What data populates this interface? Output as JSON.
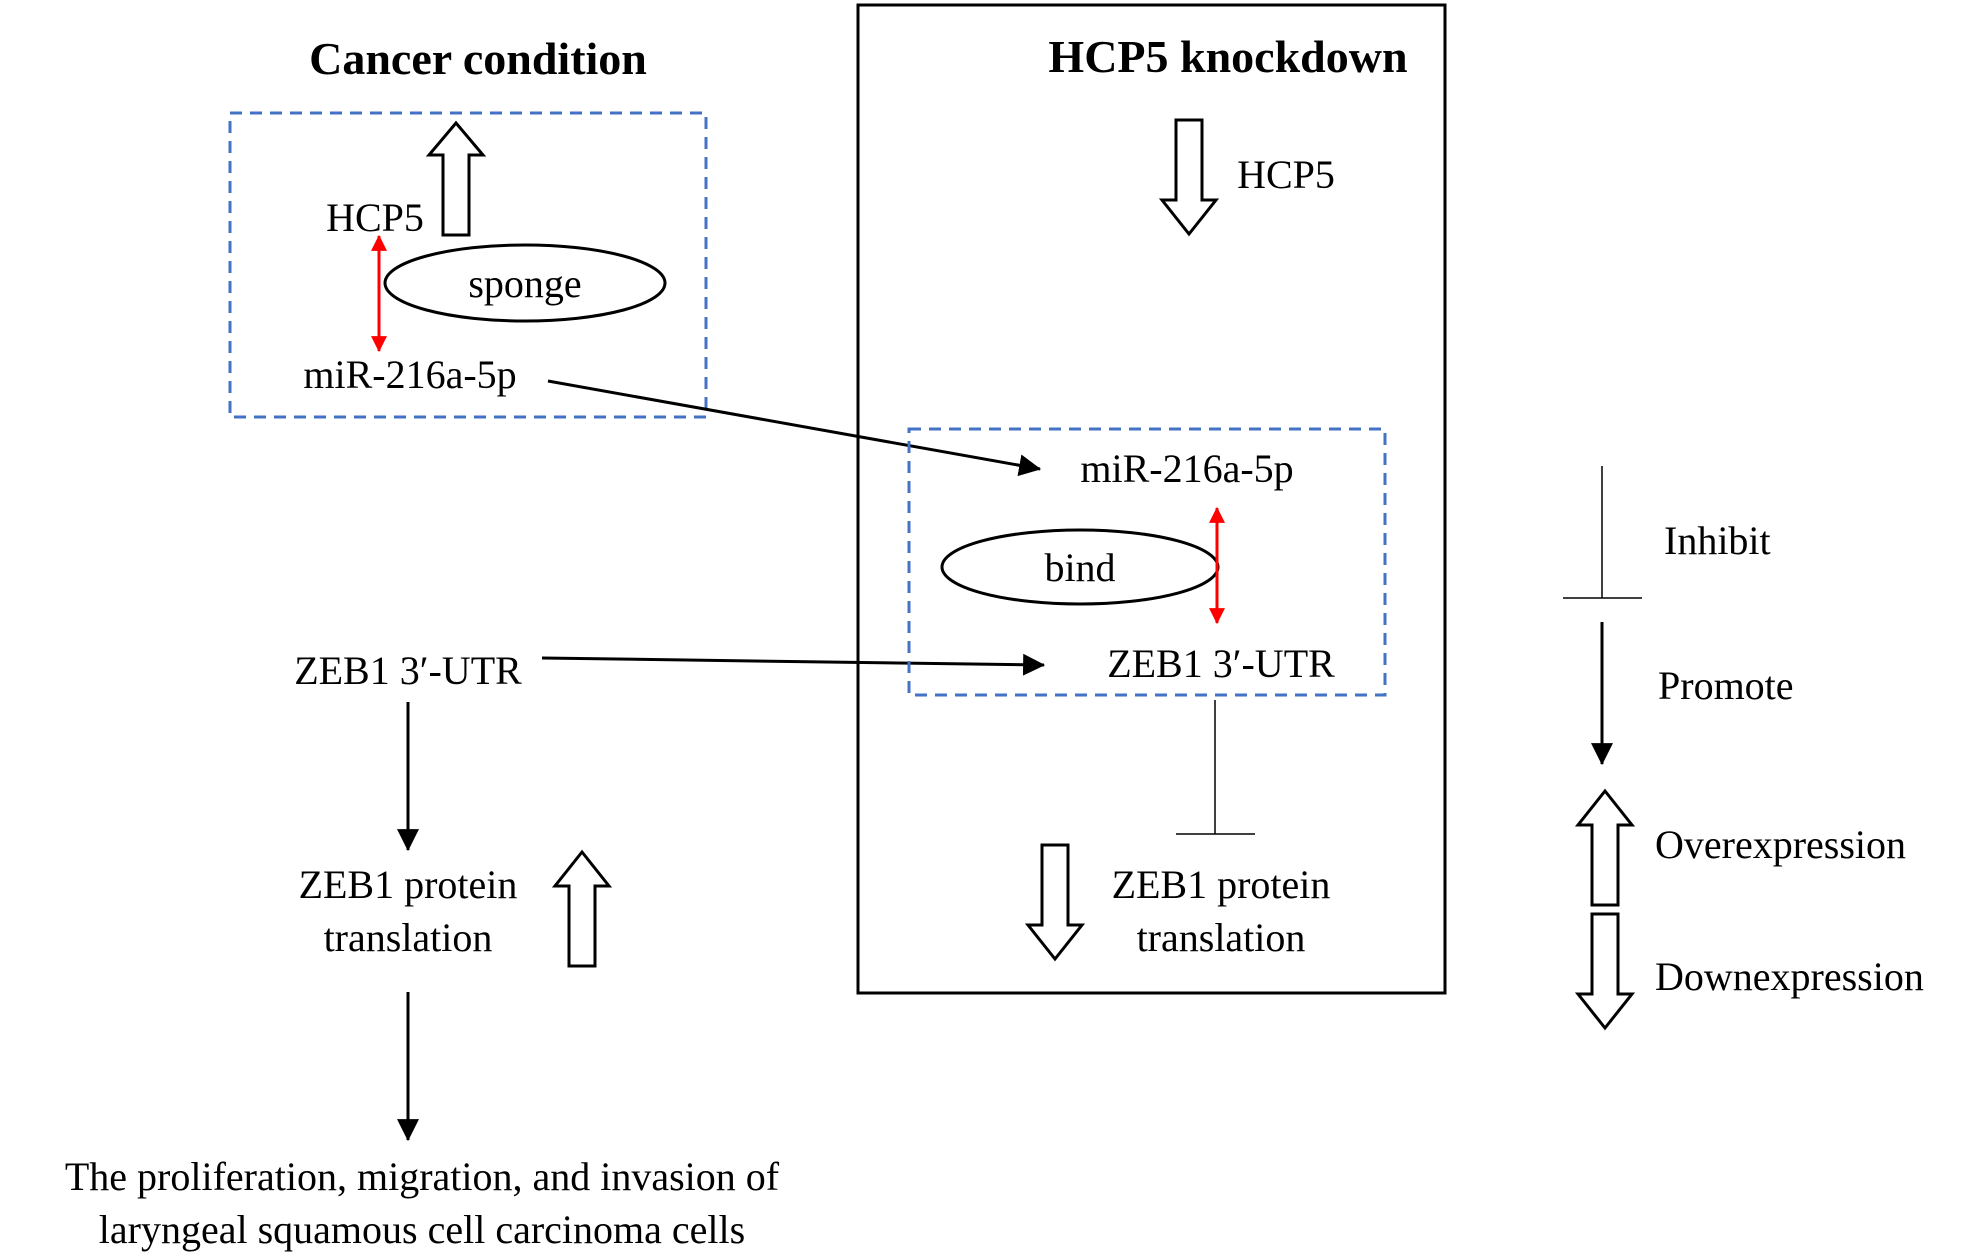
{
  "colors": {
    "dashed_box": "#4472C4",
    "double_arrow": "#FF0000",
    "line": "#000000"
  },
  "left_panel": {
    "title": "Cancer condition",
    "hcp5": "HCP5",
    "sponge": "sponge",
    "mir": "miR-216a-5p",
    "zeb1_utr": "ZEB1 3′-UTR",
    "zeb1_protein_line1": "ZEB1 protein",
    "zeb1_protein_line2": "translation",
    "outcome_line1": "The proliferation, migration, and invasion of",
    "outcome_line2": "laryngeal squamous cell carcinoma cells"
  },
  "right_panel": {
    "title": "HCP5 knockdown",
    "hcp5": "HCP5",
    "mir": "miR-216a-5p",
    "bind": "bind",
    "zeb1_utr": "ZEB1 3′-UTR",
    "zeb1_protein_line1": "ZEB1 protein",
    "zeb1_protein_line2": "translation"
  },
  "legend": {
    "inhibit": "Inhibit",
    "promote": "Promote",
    "overexpression": "Overexpression",
    "downexpression": "Downexpression"
  }
}
